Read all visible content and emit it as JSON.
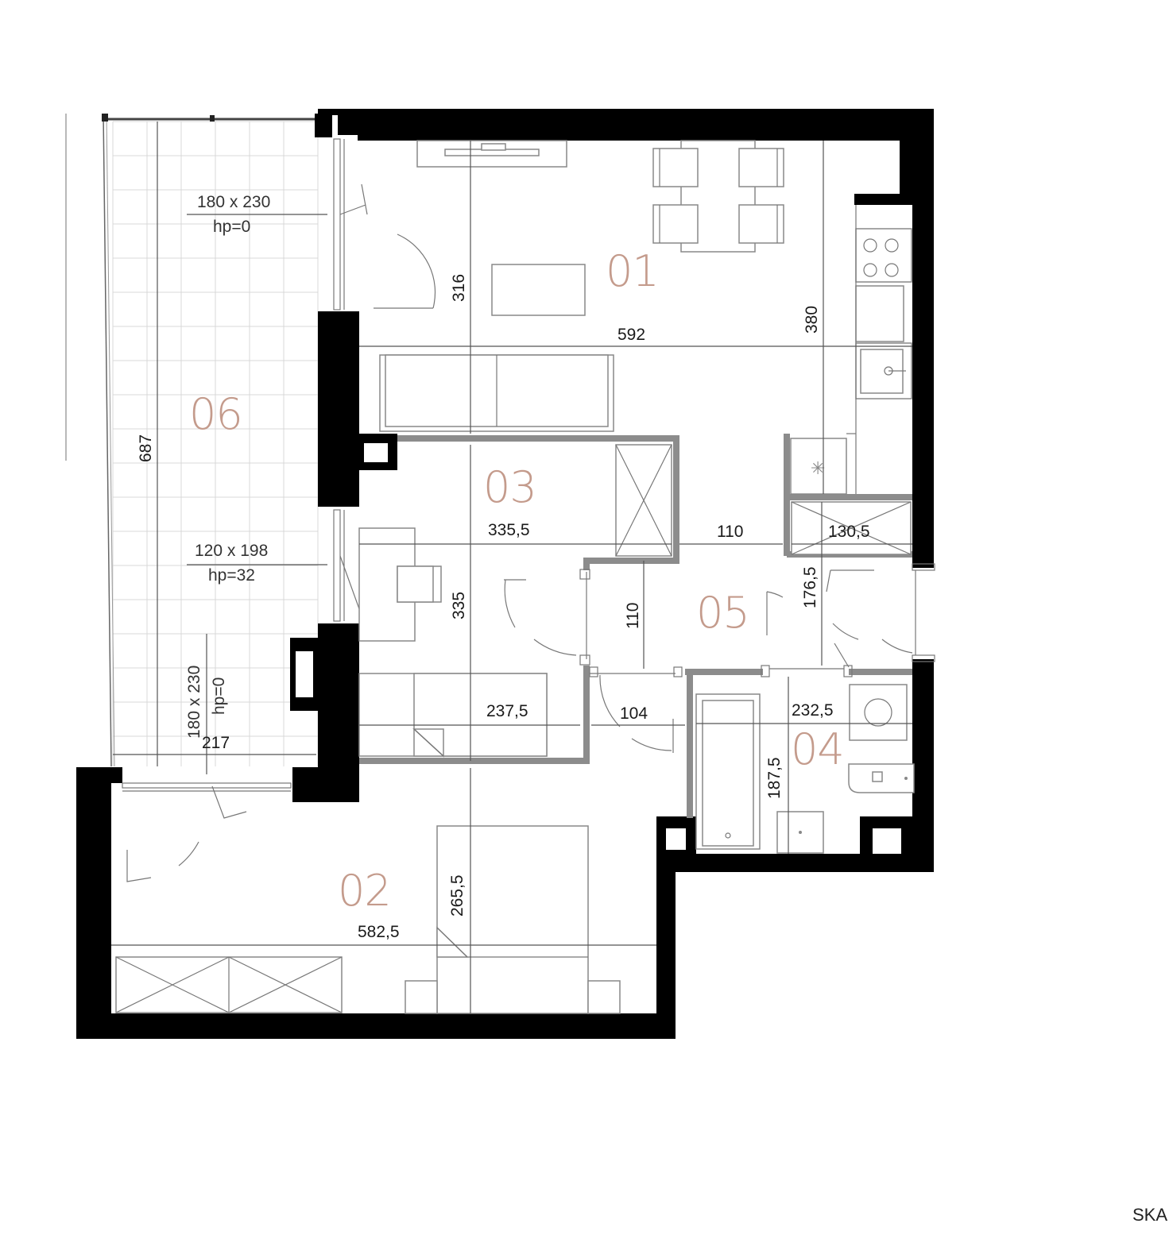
{
  "rooms": {
    "r01": "01",
    "r02": "02",
    "r03": "03",
    "r04": "04",
    "r05": "05",
    "r06": "06"
  },
  "dimensions": {
    "d592": "592",
    "d316": "316",
    "d380": "380",
    "d687": "687",
    "d335_5": "335,5",
    "d335": "335",
    "d110a": "110",
    "d110b": "110",
    "d130_5": "130,5",
    "d176_5": "176,5",
    "d237_5": "237,5",
    "d104": "104",
    "d232_5": "232,5",
    "d187_5": "187,5",
    "d217": "217",
    "d582_5": "582,5",
    "d265_5": "265,5"
  },
  "windows": {
    "w1_size": "180 x 230",
    "w1_hp": "hp=0",
    "w2_size": "120 x 198",
    "w2_hp": "hp=32",
    "w3_size": "180 x 230",
    "w3_hp": "hp=0"
  },
  "signature": "SKA",
  "colors": {
    "room_label": "#c49b8c",
    "wall": "#000000",
    "partition": "#8c8c8c"
  }
}
